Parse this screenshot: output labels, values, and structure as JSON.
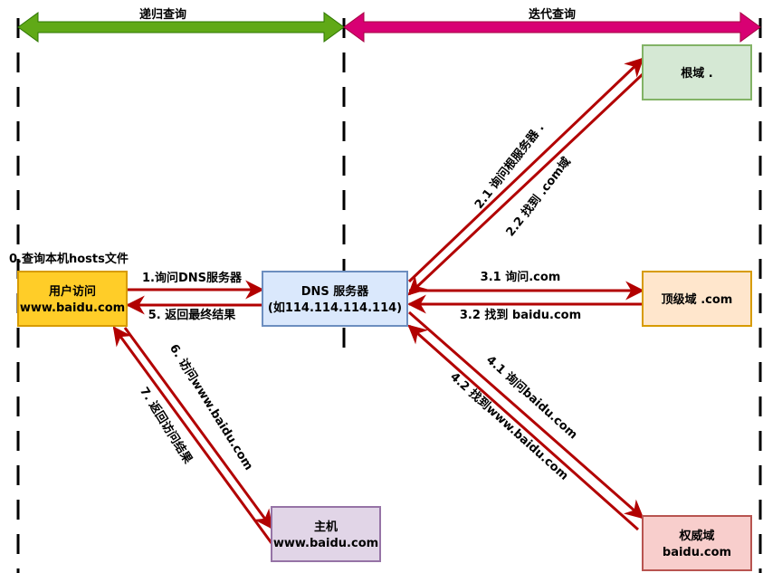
{
  "header": {
    "recursive_label": "递归查询",
    "iterative_label": "迭代查询",
    "recursive_color": "#60a917",
    "iterative_color": "#d80073"
  },
  "nodes": {
    "user": {
      "line1": "用户访问",
      "line2": "www.baidu.com",
      "fill": "#ffcd28",
      "stroke": "#d79b00"
    },
    "dns": {
      "line1": "DNS 服务器",
      "line2": "(如114.114.114.114)",
      "fill": "#dae8fc",
      "stroke": "#6c8ebf"
    },
    "root": {
      "line1": "根域 .",
      "fill": "#d5e8d4",
      "stroke": "#82b366"
    },
    "tld": {
      "line1": "顶级域 .com",
      "fill": "#ffe6cc",
      "stroke": "#d79b00"
    },
    "auth": {
      "line1": "权威域",
      "line2": "baidu.com",
      "fill": "#f8cecc",
      "stroke": "#b85450"
    },
    "host": {
      "line1": "主机",
      "line2": "www.baidu.com",
      "fill": "#e1d5e7",
      "stroke": "#9673a6"
    }
  },
  "steps": {
    "s0": "0.查询本机hosts文件",
    "s1": "1.询问DNS服务器",
    "s5": "5. 返回最终结果",
    "s21": "2.1 询问根服务器 .",
    "s22": "2.2 找到 .com域",
    "s31": "3.1 询问.com",
    "s32": "3.2 找到 baidu.com",
    "s41": "4.1 询问baidu.com",
    "s42": "4.2 找到www.baidu.com",
    "s6": "6. 访问www.baidu.com",
    "s7": "7. 返回访问结果"
  },
  "arrow_color": "#b20000"
}
